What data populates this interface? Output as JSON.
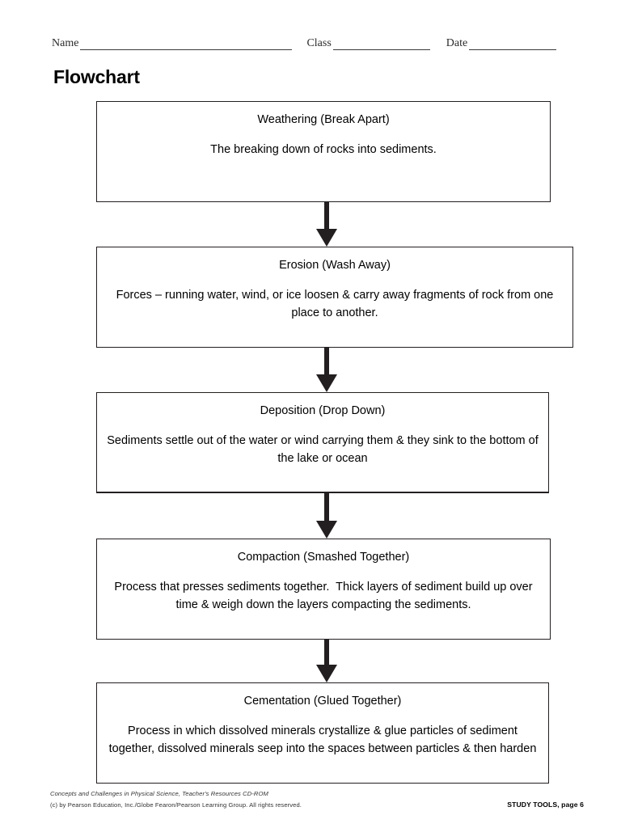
{
  "header": {
    "fields": [
      {
        "label": "Name"
      },
      {
        "label": "Class"
      },
      {
        "label": "Date"
      }
    ]
  },
  "page_title": "Flowchart",
  "flowchart": {
    "type": "flowchart",
    "orientation": "vertical",
    "connector": "down-arrow",
    "nodes": [
      {
        "title": "Weathering (Break Apart)",
        "body": "The breaking down of rocks into sediments."
      },
      {
        "title": "Erosion (Wash Away)",
        "body": "Forces – running water, wind, or ice loosen & carry away fragments of rock from one place to another."
      },
      {
        "title": "Deposition (Drop Down)",
        "body": "Sediments settle out of the water or wind carrying them & they sink to the bottom of the lake or ocean"
      },
      {
        "title": "Compaction (Smashed Together)",
        "body": "Process that presses sediments together.  Thick layers of sediment build up over time & weigh down the layers compacting the sediments."
      },
      {
        "title": "Cementation (Glued Together)",
        "body": "Process in which dissolved minerals crystallize & glue particles of sediment together, dissolved minerals seep into the spaces between particles & then harden"
      }
    ]
  },
  "footer": {
    "credit": "Concepts and Challenges in Physical Science, Teacher's Resources CD-ROM",
    "copyright": "(c) by Pearson Education, Inc./Globe Fearon/Pearson Learning Group. All rights reserved.",
    "page_label": "STUDY TOOLS, page 6"
  },
  "colors": {
    "ink": "#231f20",
    "paper": "#ffffff"
  }
}
